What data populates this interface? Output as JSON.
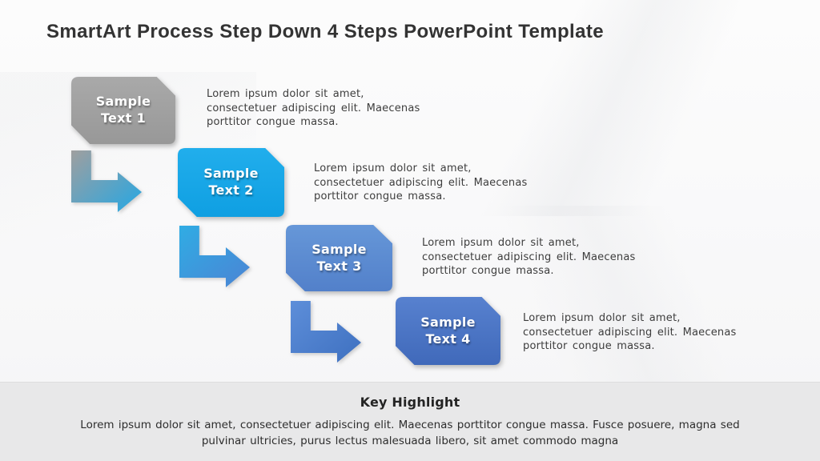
{
  "title": "SmartArt Process Step Down 4 Steps PowerPoint Template",
  "steps": [
    {
      "label": "Sample\nText 1",
      "description": "Lorem ipsum dolor sit amet,\nconsectetuer adipiscing elit. Maecenas\nporttitor congue massa.",
      "fill_top": "#a9a9a9",
      "fill_bottom": "#989898"
    },
    {
      "label": "Sample\nText 2",
      "description": "Lorem ipsum dolor sit amet,\nconsectetuer adipiscing elit. Maecenas\nporttitor congue massa.",
      "fill_top": "#21aeec",
      "fill_bottom": "#0f9fe2"
    },
    {
      "label": "Sample\nText 3",
      "description": "Lorem ipsum dolor sit amet,\nconsectetuer adipiscing elit. Maecenas\nporttitor congue massa.",
      "fill_top": "#6697d8",
      "fill_bottom": "#5280ca"
    },
    {
      "label": "Sample\nText 4",
      "description": "Lorem ipsum dolor sit amet,\nconsectetuer adipiscing elit. Maecenas\nporttitor congue massa.",
      "fill_top": "#5781cf",
      "fill_bottom": "#4069ba"
    }
  ],
  "arrows": [
    {
      "color_start": "#9f9f9f",
      "color_end": "#24a7e4"
    },
    {
      "color_start": "#30ace4",
      "color_end": "#4b84d4"
    },
    {
      "color_start": "#5d8ed9",
      "color_end": "#3e70c0"
    }
  ],
  "footer": {
    "heading": "Key Highlight",
    "body": "Lorem ipsum dolor sit amet, consectetuer adipiscing elit. Maecenas porttitor congue massa. Fusce posuere, magna sed\npulvinar ultricies, purus lectus malesuada libero, sit amet commodo magna"
  },
  "colors": {
    "slide_background": "#f9f9fa",
    "footer_band": "#e8e8e9",
    "title_text": "#333333",
    "body_text": "#3d3d3d",
    "box_label_text": "#ffffff"
  }
}
